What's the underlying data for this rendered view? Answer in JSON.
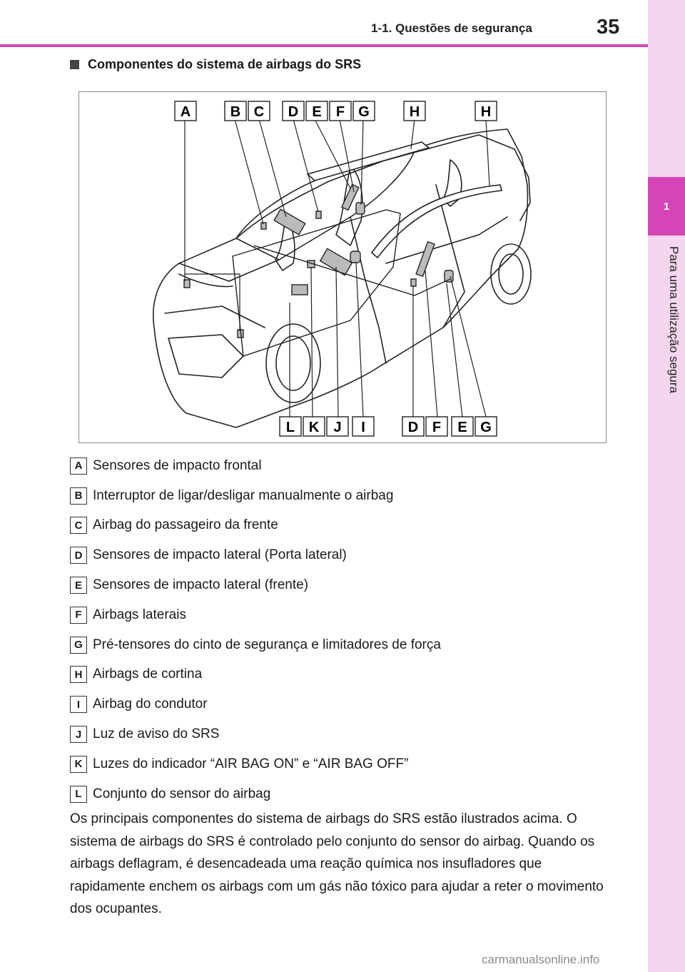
{
  "header": {
    "section": "1-1. Questões de segurança",
    "page_number": "35"
  },
  "sidebar": {
    "chapter_number": "1",
    "chapter_title": "Para uma utilização segura"
  },
  "section_title": "Componentes do sistema de airbags do SRS",
  "figure": {
    "top_labels": [
      "A",
      "B",
      "C",
      "D",
      "E",
      "F",
      "G",
      "H",
      "H"
    ],
    "bottom_labels": [
      "L",
      "K",
      "J",
      "I",
      "D",
      "F",
      "E",
      "G"
    ]
  },
  "legend": [
    {
      "key": "A",
      "text": "Sensores de impacto frontal"
    },
    {
      "key": "B",
      "text": "Interruptor de ligar/desligar manualmente o airbag"
    },
    {
      "key": "C",
      "text": "Airbag do passageiro da frente"
    },
    {
      "key": "D",
      "text": "Sensores de impacto lateral (Porta lateral)"
    },
    {
      "key": "E",
      "text": "Sensores de impacto lateral (frente)"
    },
    {
      "key": "F",
      "text": "Airbags laterais"
    },
    {
      "key": "G",
      "text": "Pré-tensores do cinto de segurança e limitadores de força"
    },
    {
      "key": "H",
      "text": "Airbags de cortina"
    },
    {
      "key": "I",
      "text": "Airbag do condutor"
    },
    {
      "key": "J",
      "text": "Luz de aviso do SRS"
    },
    {
      "key": "K",
      "text": "Luzes do indicador “AIR BAG ON” e “AIR BAG OFF”"
    },
    {
      "key": "L",
      "text": "Conjunto do sensor do airbag"
    }
  ],
  "paragraph": "Os principais componentes do sistema de airbags do SRS estão ilustrados acima. O sistema de airbags do SRS é controlado pelo conjunto do sensor do airbag. Quando os airbags deflagram, é desencadeada uma reação química nos insufladores que rapidamente enchem os airbags com um gás não tóxico para ajudar a reter o movimento dos ocupantes.",
  "watermark": "carmanualsonline.info"
}
